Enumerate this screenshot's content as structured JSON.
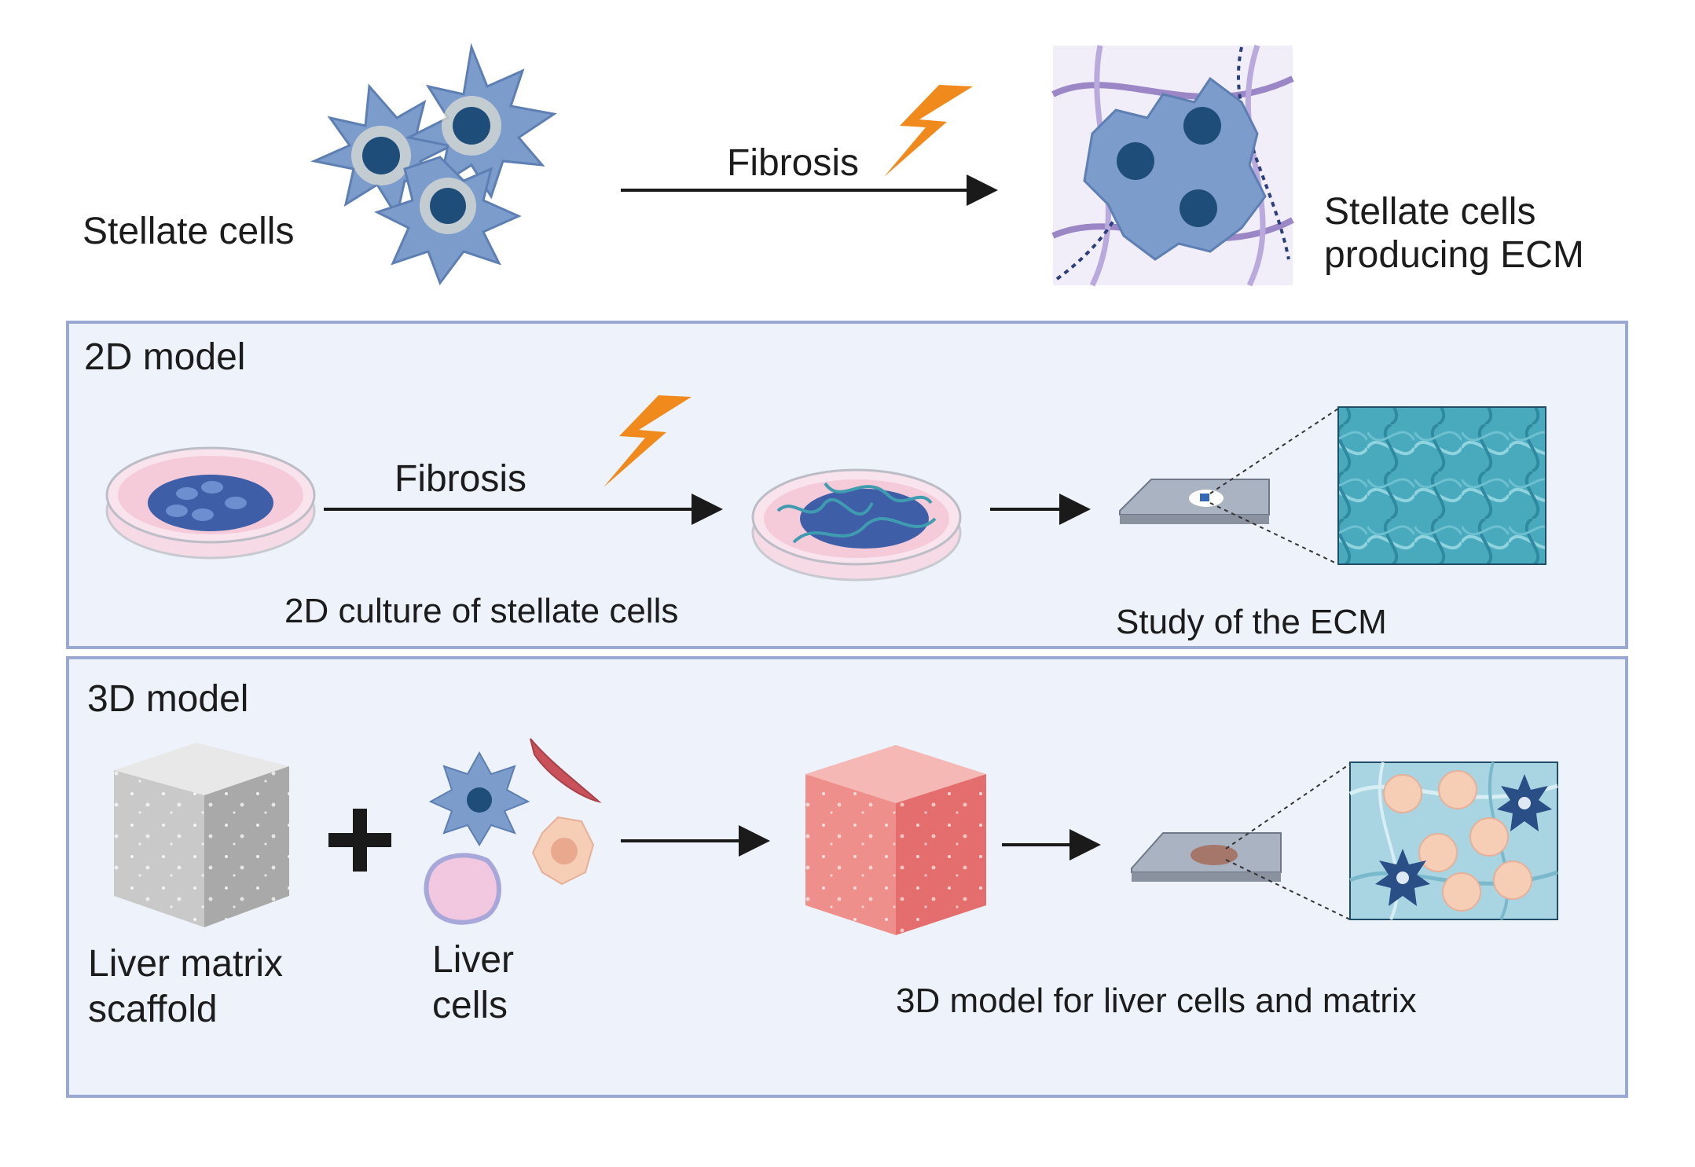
{
  "top": {
    "stellate_label": "Stellate cells",
    "fibrosis_label": "Fibrosis",
    "ecm_label_line1": "Stellate cells",
    "ecm_label_line2": "producing ECM"
  },
  "model_2d": {
    "title": "2D model",
    "fibrosis_label": "Fibrosis",
    "culture_label": "2D culture of stellate cells",
    "study_label": "Study of the ECM"
  },
  "model_3d": {
    "title": "3D model",
    "scaffold_line1": "Liver matrix",
    "scaffold_line2": "scaffold",
    "cells_line1": "Liver",
    "cells_line2": "cells",
    "result_label": "3D model for liver cells and matrix"
  },
  "colors": {
    "panel_border": "#9aa9d4",
    "panel_fill": "#eef3fb",
    "cell_blue": "#7c9ccb",
    "nucleus": "#1f4d7a",
    "bolt": "#f08a1c",
    "ecm_fiber": "#3f9cb0",
    "scaffold_red": "#e46e6e"
  }
}
